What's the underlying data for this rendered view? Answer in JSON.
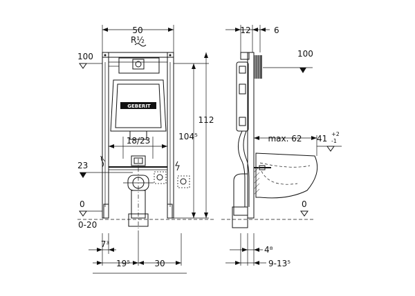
{
  "front_view": {
    "width_dim": "50",
    "thread_label": "R½",
    "level_top": "100",
    "level_23": "23",
    "level_0": "0",
    "level_range": "0-20",
    "height_total": "112",
    "height_frame": "104⁵",
    "inner_dim": "18/23",
    "brand": "GEBERIT",
    "dim_73": "7³",
    "dim_195": "19⁵",
    "dim_30": "30"
  },
  "side_view": {
    "dim_12": "12",
    "dim_6": "6",
    "level_top": "100",
    "max_depth": "max. 62",
    "height_41": "41",
    "tol_plus": "+2",
    "tol_minus": "-1",
    "level_0": "0",
    "dim_48": "4⁸",
    "dim_9135": "9-13⁵"
  }
}
